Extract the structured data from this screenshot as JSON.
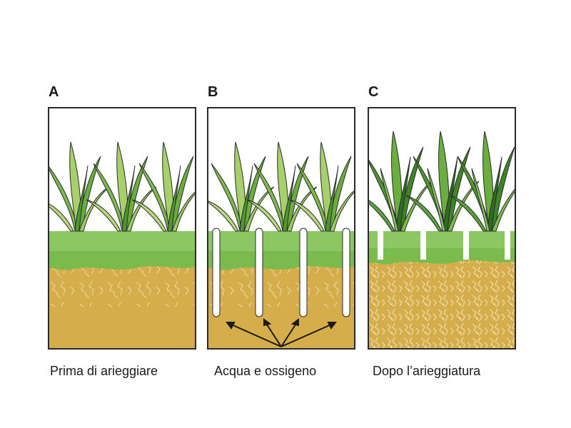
{
  "panels": [
    {
      "letter": "A",
      "caption": "Prima di arieggiare"
    },
    {
      "letter": "B",
      "caption": "Acqua e ossigeno"
    },
    {
      "letter": "C",
      "caption": "Dopo l’arieggiatura"
    }
  ],
  "colors": {
    "soil": "#d6ad4b",
    "soil_dark": "#c7952f",
    "turf": "#8cc763",
    "turf_dark": "#5fa13a",
    "leaf": "#6fb240",
    "leaf_light": "#b9d97a",
    "leaf_dark": "#2f6e1f",
    "outline": "#2a2a2a"
  },
  "icons": [
    "grass-clump",
    "soil-layer",
    "aeration-hole",
    "arrow-up"
  ]
}
